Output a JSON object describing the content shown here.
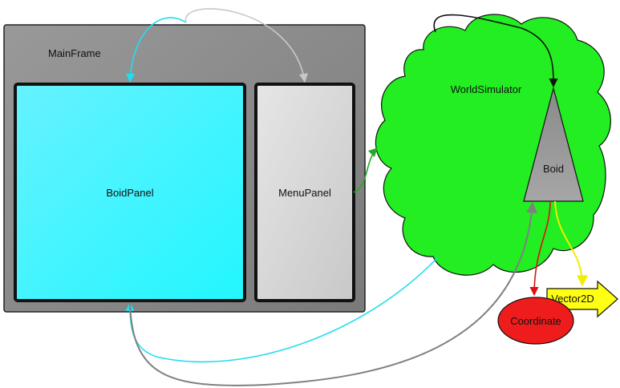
{
  "nodes": {
    "main_frame": {
      "label": "MainFrame",
      "fill": "#8a8a8a"
    },
    "boid_panel": {
      "label": "BoidPanel",
      "fill": "#33f5ff"
    },
    "menu_panel": {
      "label": "MenuPanel",
      "fill": "#d6d6d6"
    },
    "world_simulator": {
      "label": "WorldSimulator",
      "fill": "#22ee22"
    },
    "boid": {
      "label": "Boid",
      "fill": "#9a9a9a"
    },
    "coordinate": {
      "label": "Coordinate",
      "fill": "#ee1c1c"
    },
    "vector2d": {
      "label": "Vector2D",
      "fill": "#ffff11"
    }
  },
  "connector_colors": {
    "cyan": "#22ddee",
    "light_gray": "#c8c8c8",
    "green": "#22aa22",
    "black": "#111111",
    "dark_gray": "#808080",
    "red": "#dd1111",
    "yellow": "#eeee00"
  }
}
